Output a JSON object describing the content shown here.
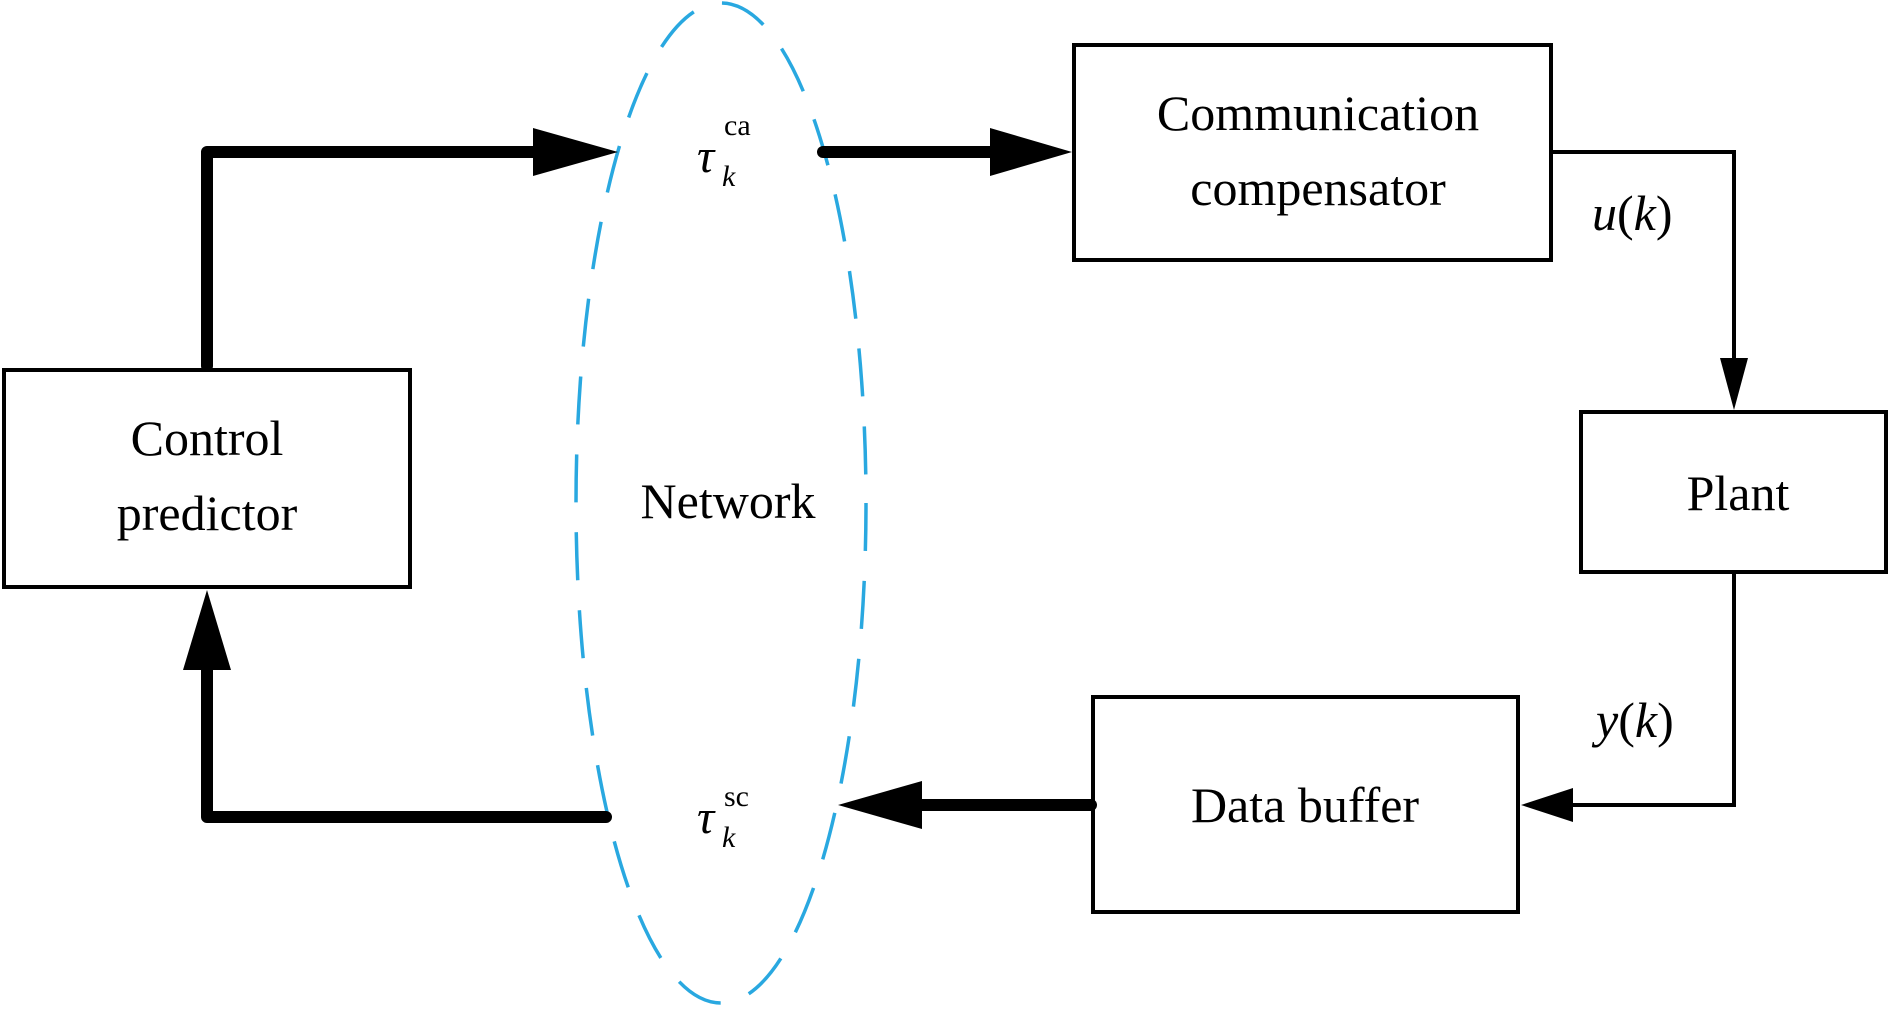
{
  "diagram": {
    "type": "block-diagram",
    "title": "",
    "colors": {
      "stroke": "#000000",
      "network": "#29a8e0",
      "background": "#ffffff"
    },
    "blocks": {
      "control_predictor": {
        "line1": "Control",
        "line2": "predictor"
      },
      "communication_compensator": {
        "line1": "Communication",
        "line2": "compensator"
      },
      "plant": {
        "label": "Plant"
      },
      "data_buffer": {
        "label": "Data buffer"
      },
      "network": {
        "label": "Network"
      }
    },
    "signals": {
      "u": {
        "symbol": "u",
        "open": "(",
        "arg": "k",
        "close": ")"
      },
      "y": {
        "symbol": "y",
        "open": "(",
        "arg": "k",
        "close": ")"
      },
      "tau_ca": {
        "symbol": "τ",
        "sub": "k",
        "sup": "ca"
      },
      "tau_sc": {
        "symbol": "τ",
        "sub": "k",
        "sup": "sc"
      }
    },
    "connections": [
      {
        "from": "Control predictor",
        "to": "Network",
        "delay": "tau_ca"
      },
      {
        "from": "Network",
        "to": "Communication compensator"
      },
      {
        "from": "Communication compensator",
        "to": "Plant",
        "signal": "u(k)"
      },
      {
        "from": "Plant",
        "to": "Data buffer",
        "signal": "y(k)"
      },
      {
        "from": "Data buffer",
        "to": "Network",
        "delay": "tau_sc"
      },
      {
        "from": "Network",
        "to": "Control predictor"
      }
    ]
  }
}
